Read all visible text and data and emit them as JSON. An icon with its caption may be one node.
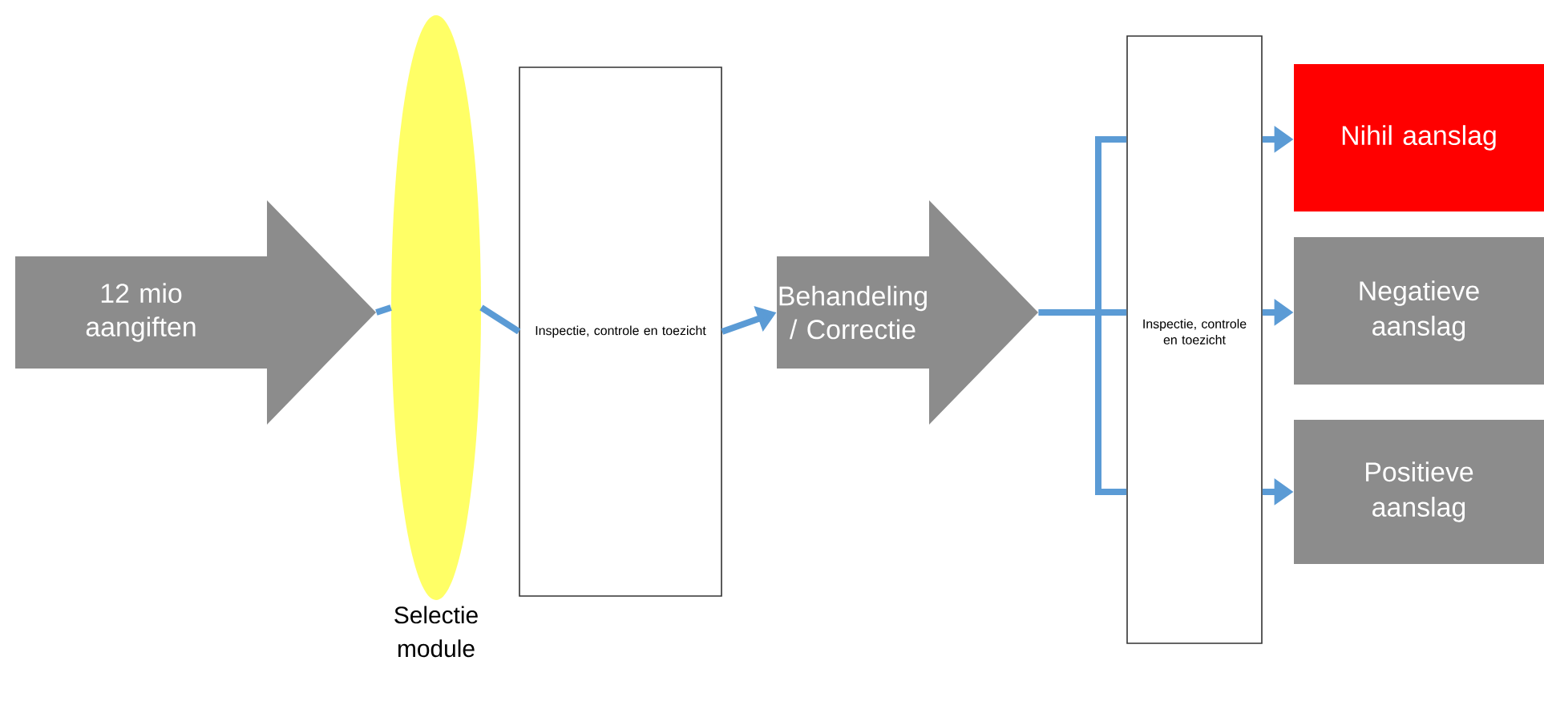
{
  "diagram": {
    "nodes": [
      {
        "text": [
          "12 mio aangiften"
        ]
      },
      {
        "text": [],
        "shape": "ellipse",
        "beside": [
          "Selectie module"
        ]
      },
      {
        "text": [
          "Inspectie, controle en toezicht"
        ]
      },
      {
        "text": [
          "Behandeling / Correctie"
        ]
      },
      {
        "text": [
          "Inspectie, controle en toezicht"
        ]
      },
      {
        "text": [
          "Nihil aanslag"
        ]
      },
      {
        "text": [
          "Negatieve aanslag"
        ]
      },
      {
        "text": [
          "Positieve aanslag"
        ]
      }
    ],
    "edges": [
      {
        "from": 0,
        "to": 1,
        "arrow": "none"
      },
      {
        "from": 1,
        "to": 2,
        "arrow": "none"
      },
      {
        "from": 2,
        "to": 3,
        "arrow": "to"
      },
      {
        "from": 3,
        "to": 4,
        "arrow": "none"
      },
      {
        "from": 4,
        "to": 5,
        "arrow": "to"
      },
      {
        "from": 4,
        "to": 6,
        "arrow": "to"
      },
      {
        "from": 4,
        "to": 7,
        "arrow": "to"
      }
    ]
  }
}
